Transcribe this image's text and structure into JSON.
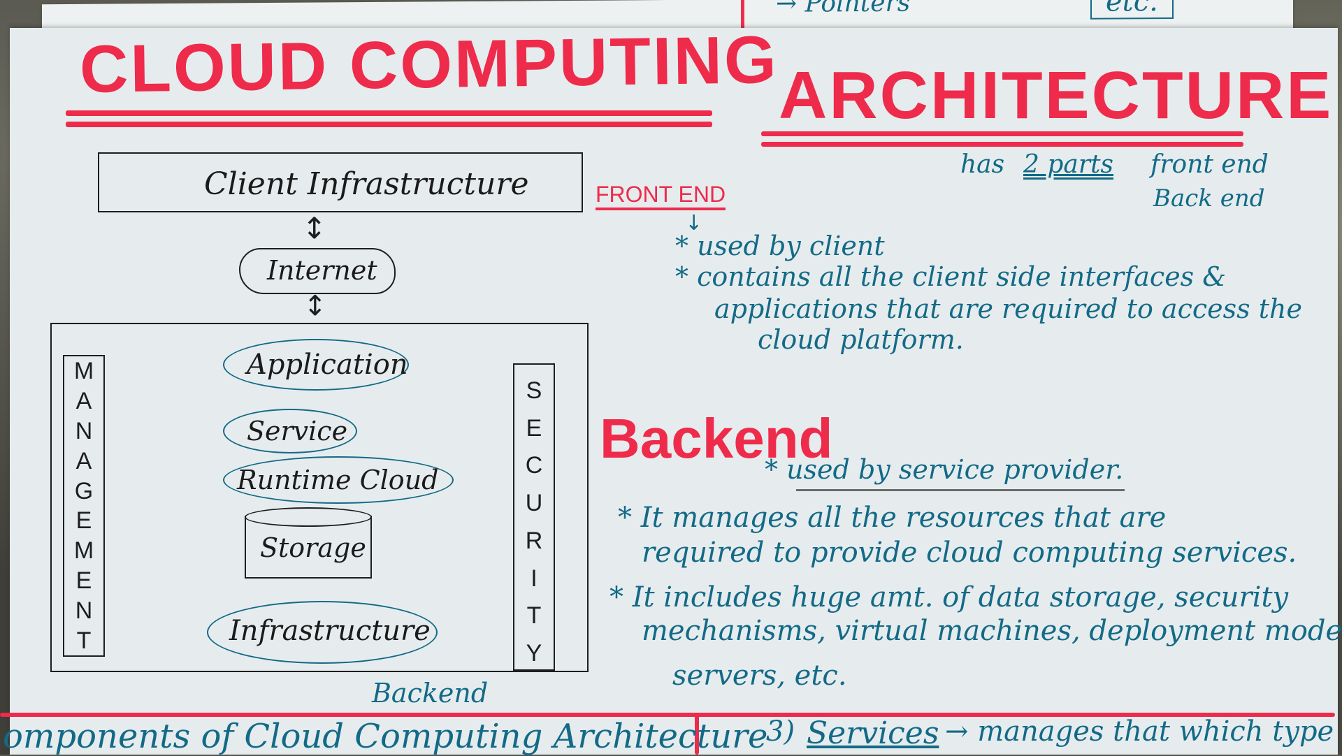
{
  "top_fragments": {
    "left": "",
    "right": "→ Pointers",
    "tag": "etc."
  },
  "title": {
    "part1": "CLOUD COMPUTING",
    "part2": "ARCHITECTURE"
  },
  "intro": {
    "prefix": "has",
    "emph": "2 parts",
    "front": "front end",
    "back": "Back end"
  },
  "diagram": {
    "client_box": "Client Infrastructure",
    "internet": "Internet",
    "layers": [
      "Application",
      "Service",
      "Runtime Cloud",
      "Storage",
      "Infrastructure"
    ],
    "management": [
      "M",
      "A",
      "N",
      "A",
      "G",
      "E",
      "M",
      "E",
      "N",
      "T"
    ],
    "security": [
      "S",
      "E",
      "C",
      "U",
      "R",
      "I",
      "T",
      "Y"
    ],
    "backend_label": "Backend"
  },
  "front_end": {
    "heading": "FRONT END",
    "points": [
      "* used by client",
      "* contains all the client side interfaces &",
      "applications that are required to access the",
      "cloud platform."
    ]
  },
  "backend": {
    "heading": "Backend",
    "points": [
      "* used by service provider.",
      "* It manages all the resources that are",
      "required to provide cloud computing services.",
      "* It includes huge amt. of data storage, security",
      "mechanisms, virtual machines, deployment models",
      "servers, etc."
    ]
  },
  "bottom_fragments": {
    "left": "omponents of Cloud Computing Architecture",
    "right_num": "3)",
    "right_emph": "Services",
    "right_text": "→ manages that which type"
  },
  "colors": {
    "red": "#ee2b4b",
    "blue": "#136a87",
    "paper": "#e6ecee"
  }
}
